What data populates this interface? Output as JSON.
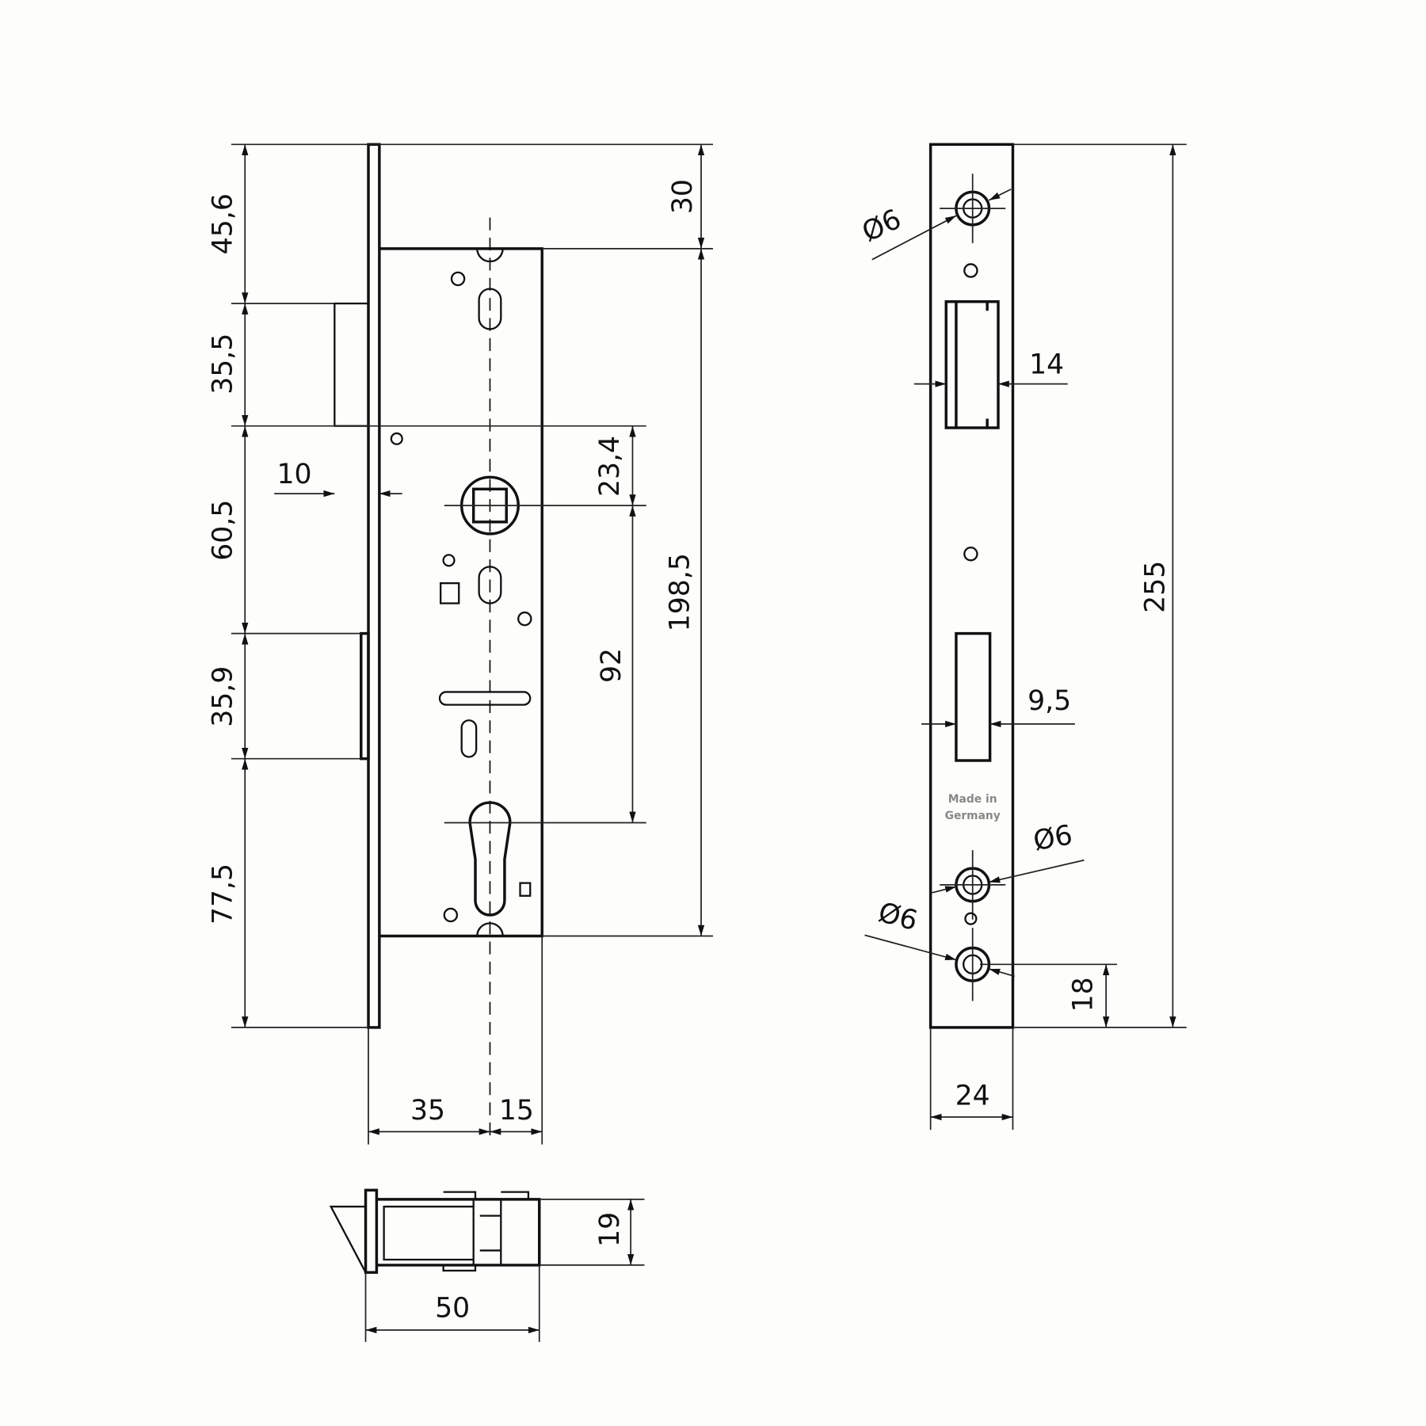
{
  "front_view": {
    "dims_left": [
      "45,6",
      "35,5",
      "60,5",
      "35,9",
      "77,5"
    ],
    "dim_top": "30",
    "dim_overall_case": "198,5",
    "dim_follower": "23,4",
    "dim_center": "92",
    "dim_latch": "10",
    "dim_backset": "35",
    "dim_cylinder": "15"
  },
  "side_view": {
    "dim_height": "255",
    "dim_latch_width": "14",
    "dim_bolt_width": "9,5",
    "dim_width": "24",
    "dim_bottom_hole": "18",
    "hole_diameters": [
      "Ø6",
      "Ø6",
      "Ø6"
    ],
    "stamp_line1": "Made in",
    "stamp_line2": "Germany"
  },
  "bottom_view": {
    "dim_depth": "19",
    "dim_length": "50"
  }
}
